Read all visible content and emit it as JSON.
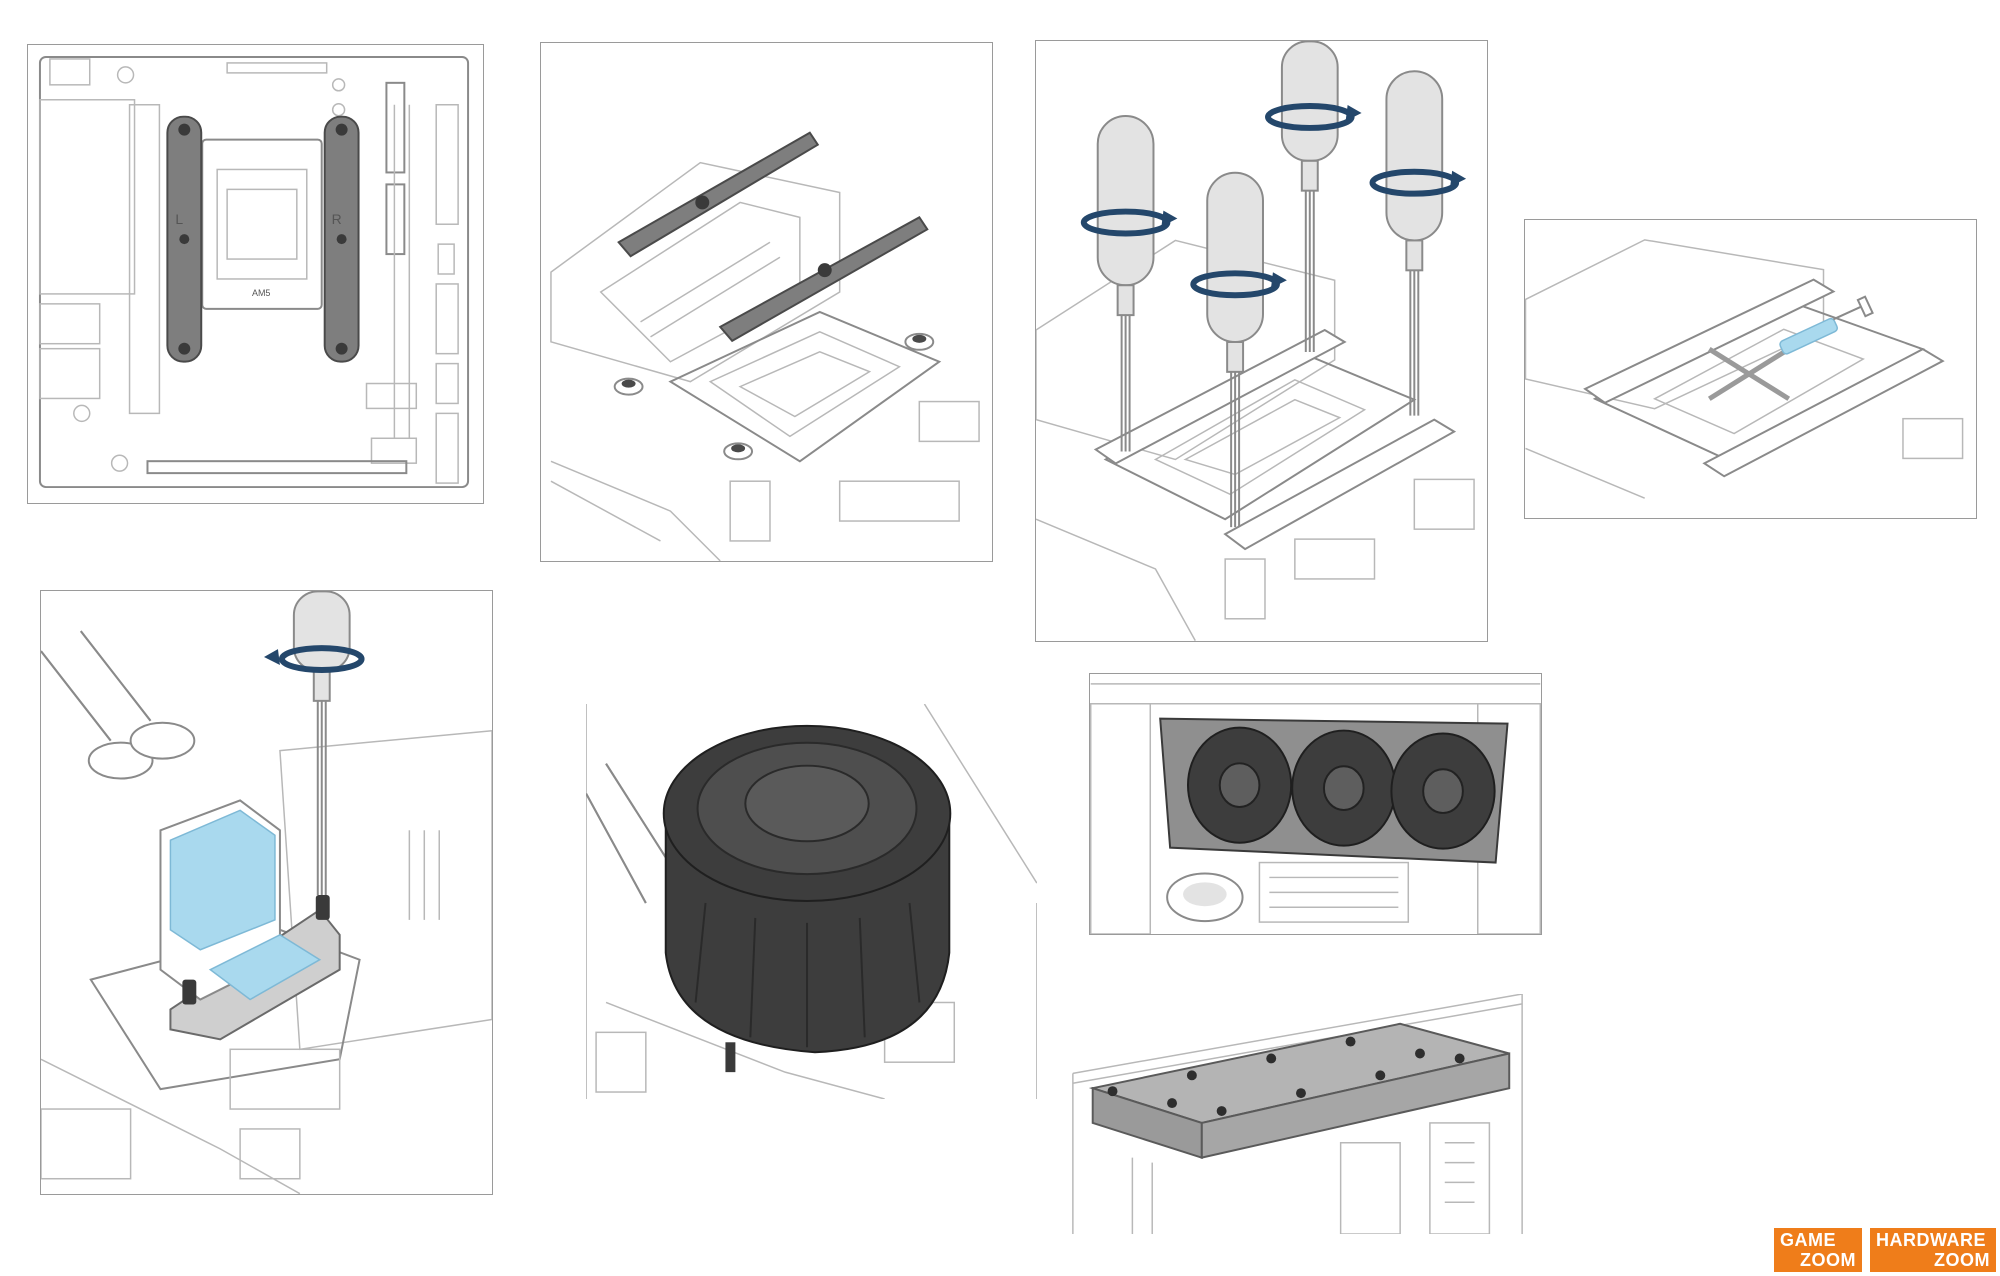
{
  "steps": [
    {
      "id": "remove-brackets",
      "bracket_labels": {
        "left": "L",
        "right": "R"
      },
      "socket_label": "AM5"
    },
    {
      "id": "place-standoffs"
    },
    {
      "id": "fasten-brackets"
    },
    {
      "id": "apply-thermal-paste"
    },
    {
      "id": "mount-pump"
    },
    {
      "id": "pump-head-installed"
    },
    {
      "id": "radiator-fans-top"
    },
    {
      "id": "radiator-mounted-top"
    }
  ],
  "colors": {
    "rotation_arrow": "#24476b",
    "thermal_highlight": "#a9d9ee",
    "bracket_dark": "#7e7e7e",
    "pump_dark": "#3d3d3d",
    "logo_orange": "#ef7d1a"
  },
  "watermark": {
    "game": {
      "line1": "GAME",
      "line2": "ZOOM"
    },
    "hardware": {
      "line1": "HARDWARE",
      "line2": "ZOOM"
    }
  }
}
